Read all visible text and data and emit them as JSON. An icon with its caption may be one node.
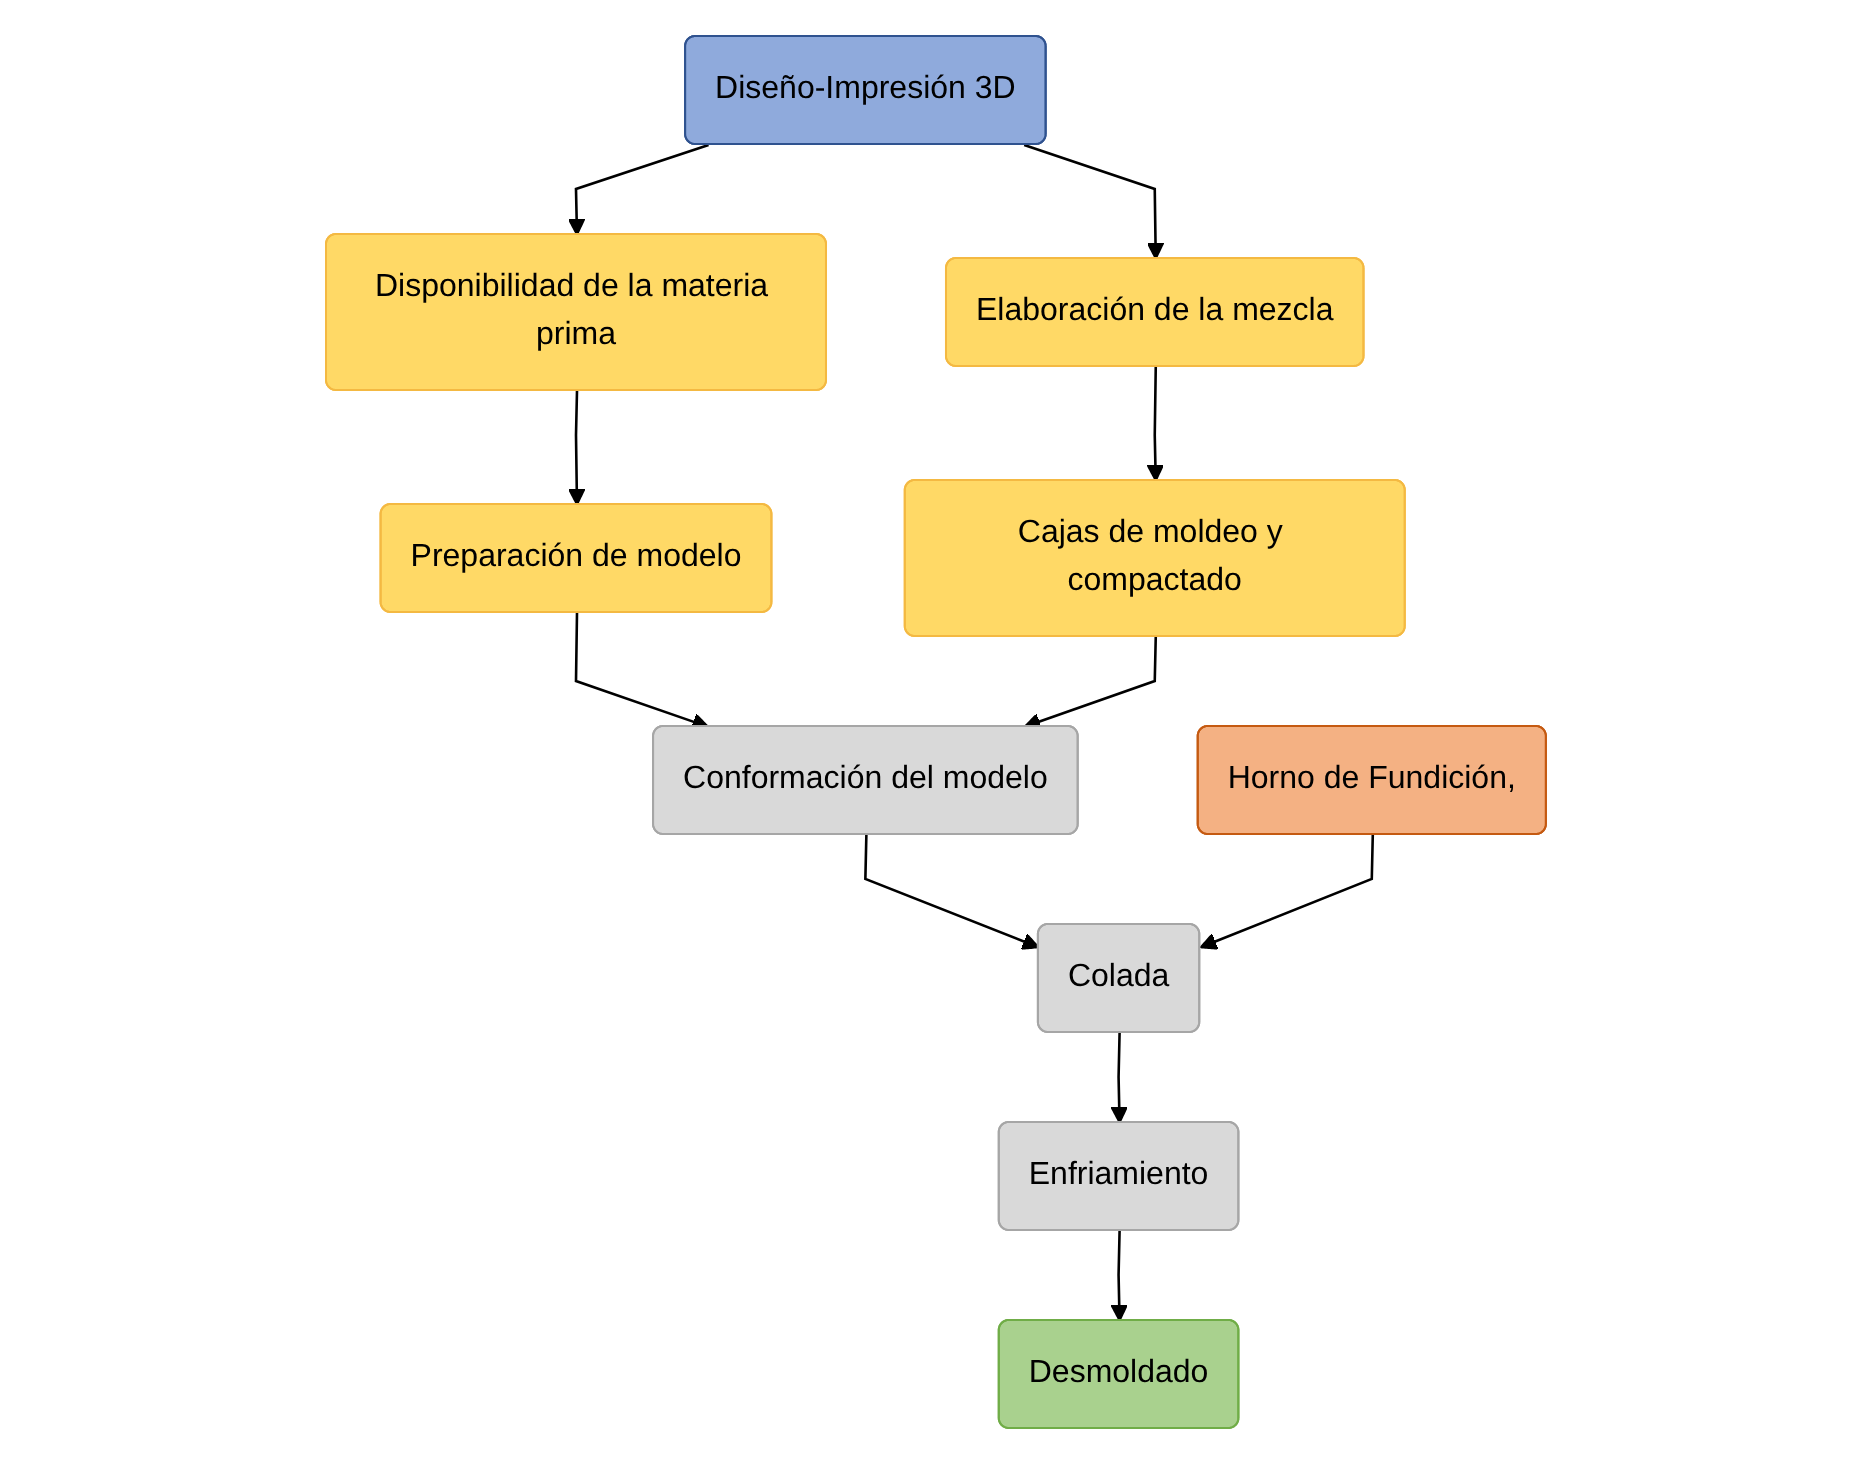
{
  "diagram": {
    "nodes": [
      {
        "text": [
          "Diseño-Impresión 3D"
        ]
      },
      {
        "text": [
          "Disponibilidad de la materia prima"
        ]
      },
      {
        "text": [
          "Elaboración de la mezcla"
        ]
      },
      {
        "text": [
          "Preparación de modelo"
        ]
      },
      {
        "text": [
          "Cajas de moldeo y compactado"
        ]
      },
      {
        "text": [
          "Conformación del modelo"
        ]
      },
      {
        "text": [
          "Colada"
        ]
      },
      {
        "text": [
          "Horno de Fundición,"
        ]
      },
      {
        "text": [
          "Enfriamiento"
        ]
      },
      {
        "text": [
          "Desmoldado"
        ]
      }
    ],
    "edges": [
      {
        "from": 0,
        "to": 1,
        "arrow": "to"
      },
      {
        "from": 0,
        "to": 2,
        "arrow": "to"
      },
      {
        "from": 1,
        "to": 3,
        "arrow": "to"
      },
      {
        "from": 2,
        "to": 4,
        "arrow": "to"
      },
      {
        "from": 3,
        "to": 5,
        "arrow": "to"
      },
      {
        "from": 4,
        "to": 5,
        "arrow": "to"
      },
      {
        "from": 5,
        "to": 6,
        "arrow": "to"
      },
      {
        "from": 7,
        "to": 6,
        "arrow": "to"
      },
      {
        "from": 6,
        "to": 8,
        "arrow": "to"
      },
      {
        "from": 8,
        "to": 9,
        "arrow": "to"
      }
    ]
  }
}
